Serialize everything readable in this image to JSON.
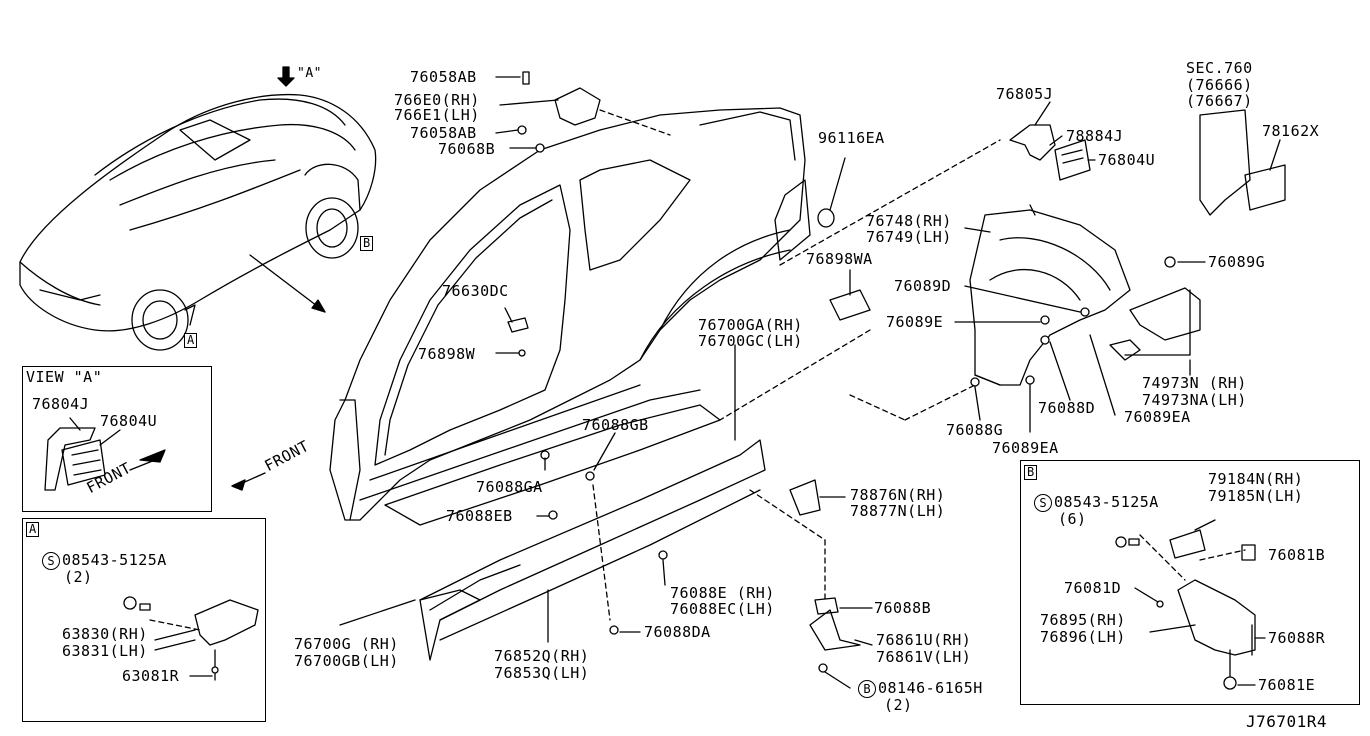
{
  "drawing_id": "J76701R4",
  "view_a": {
    "tag": "VIEW \"A\"",
    "arrow_label": "\"A\"",
    "front": "FRONT",
    "parts": [
      "76804J",
      "76804U"
    ]
  },
  "box_a": {
    "tag": "A",
    "bolt_marker": "S",
    "bolt": "08543-5125A",
    "bolt_qty": "(2)",
    "parts": [
      "63830(RH)",
      "63831(LH)",
      "63081R"
    ]
  },
  "box_b": {
    "tag": "B",
    "bolt_marker": "S",
    "bolt": "08543-5125A",
    "bolt_qty": "(6)",
    "parts": [
      "79184N(RH)",
      "79185N(LH)",
      "76081B",
      "76081D",
      "76895(RH)",
      "76896(LH)",
      "76088R",
      "76081E"
    ]
  },
  "main_front": "FRONT",
  "car_tags": [
    "A",
    "B"
  ],
  "sec_ref": {
    "line1": "SEC.760",
    "line2": "(76666)",
    "line3": "(76667)"
  },
  "labels": {
    "p76058AB_top": "76058AB",
    "p766E0": "766E0(RH)",
    "p766E1": "766E1(LH)",
    "p76058AB_mid": "76058AB",
    "p76068B": "76068B",
    "p96116EA": "96116EA",
    "p76805J": "76805J",
    "p78884J": "78884J",
    "p76804U": "76804U",
    "p78162X": "78162X",
    "p76748": "76748(RH)",
    "p76749": "76749(LH)",
    "p76898WA": "76898WA",
    "p76089G": "76089G",
    "p76089D": "76089D",
    "p76630DC": "76630DC",
    "p76089E": "76089E",
    "p76700GA": "76700GA(RH)",
    "p76700GC": "76700GC(LH)",
    "p76898W": "76898W",
    "p74973N": "74973N (RH)",
    "p74973NA": "74973NA(LH)",
    "p76088D": "76088D",
    "p76089EA_r": "76089EA",
    "p76088G": "76088G",
    "p76089EA": "76089EA",
    "p76088GB": "76088GB",
    "p76088GA": "76088GA",
    "p78876N": "78876N(RH)",
    "p78877N": "78877N(LH)",
    "p76088EB": "76088EB",
    "p76088E": "76088E (RH)",
    "p76088EC": "76088EC(LH)",
    "p76088B": "76088B",
    "p76700G": "76700G (RH)",
    "p76700GB": "76700GB(LH)",
    "p76088DA": "76088DA",
    "p76852Q": "76852Q(RH)",
    "p76853Q": "76853Q(LH)",
    "p76861U": "76861U(RH)",
    "p76861V": "76861V(LH)",
    "bolt_b_marker": "B",
    "p08146": "08146-6165H",
    "p08146_qty": "(2)"
  }
}
